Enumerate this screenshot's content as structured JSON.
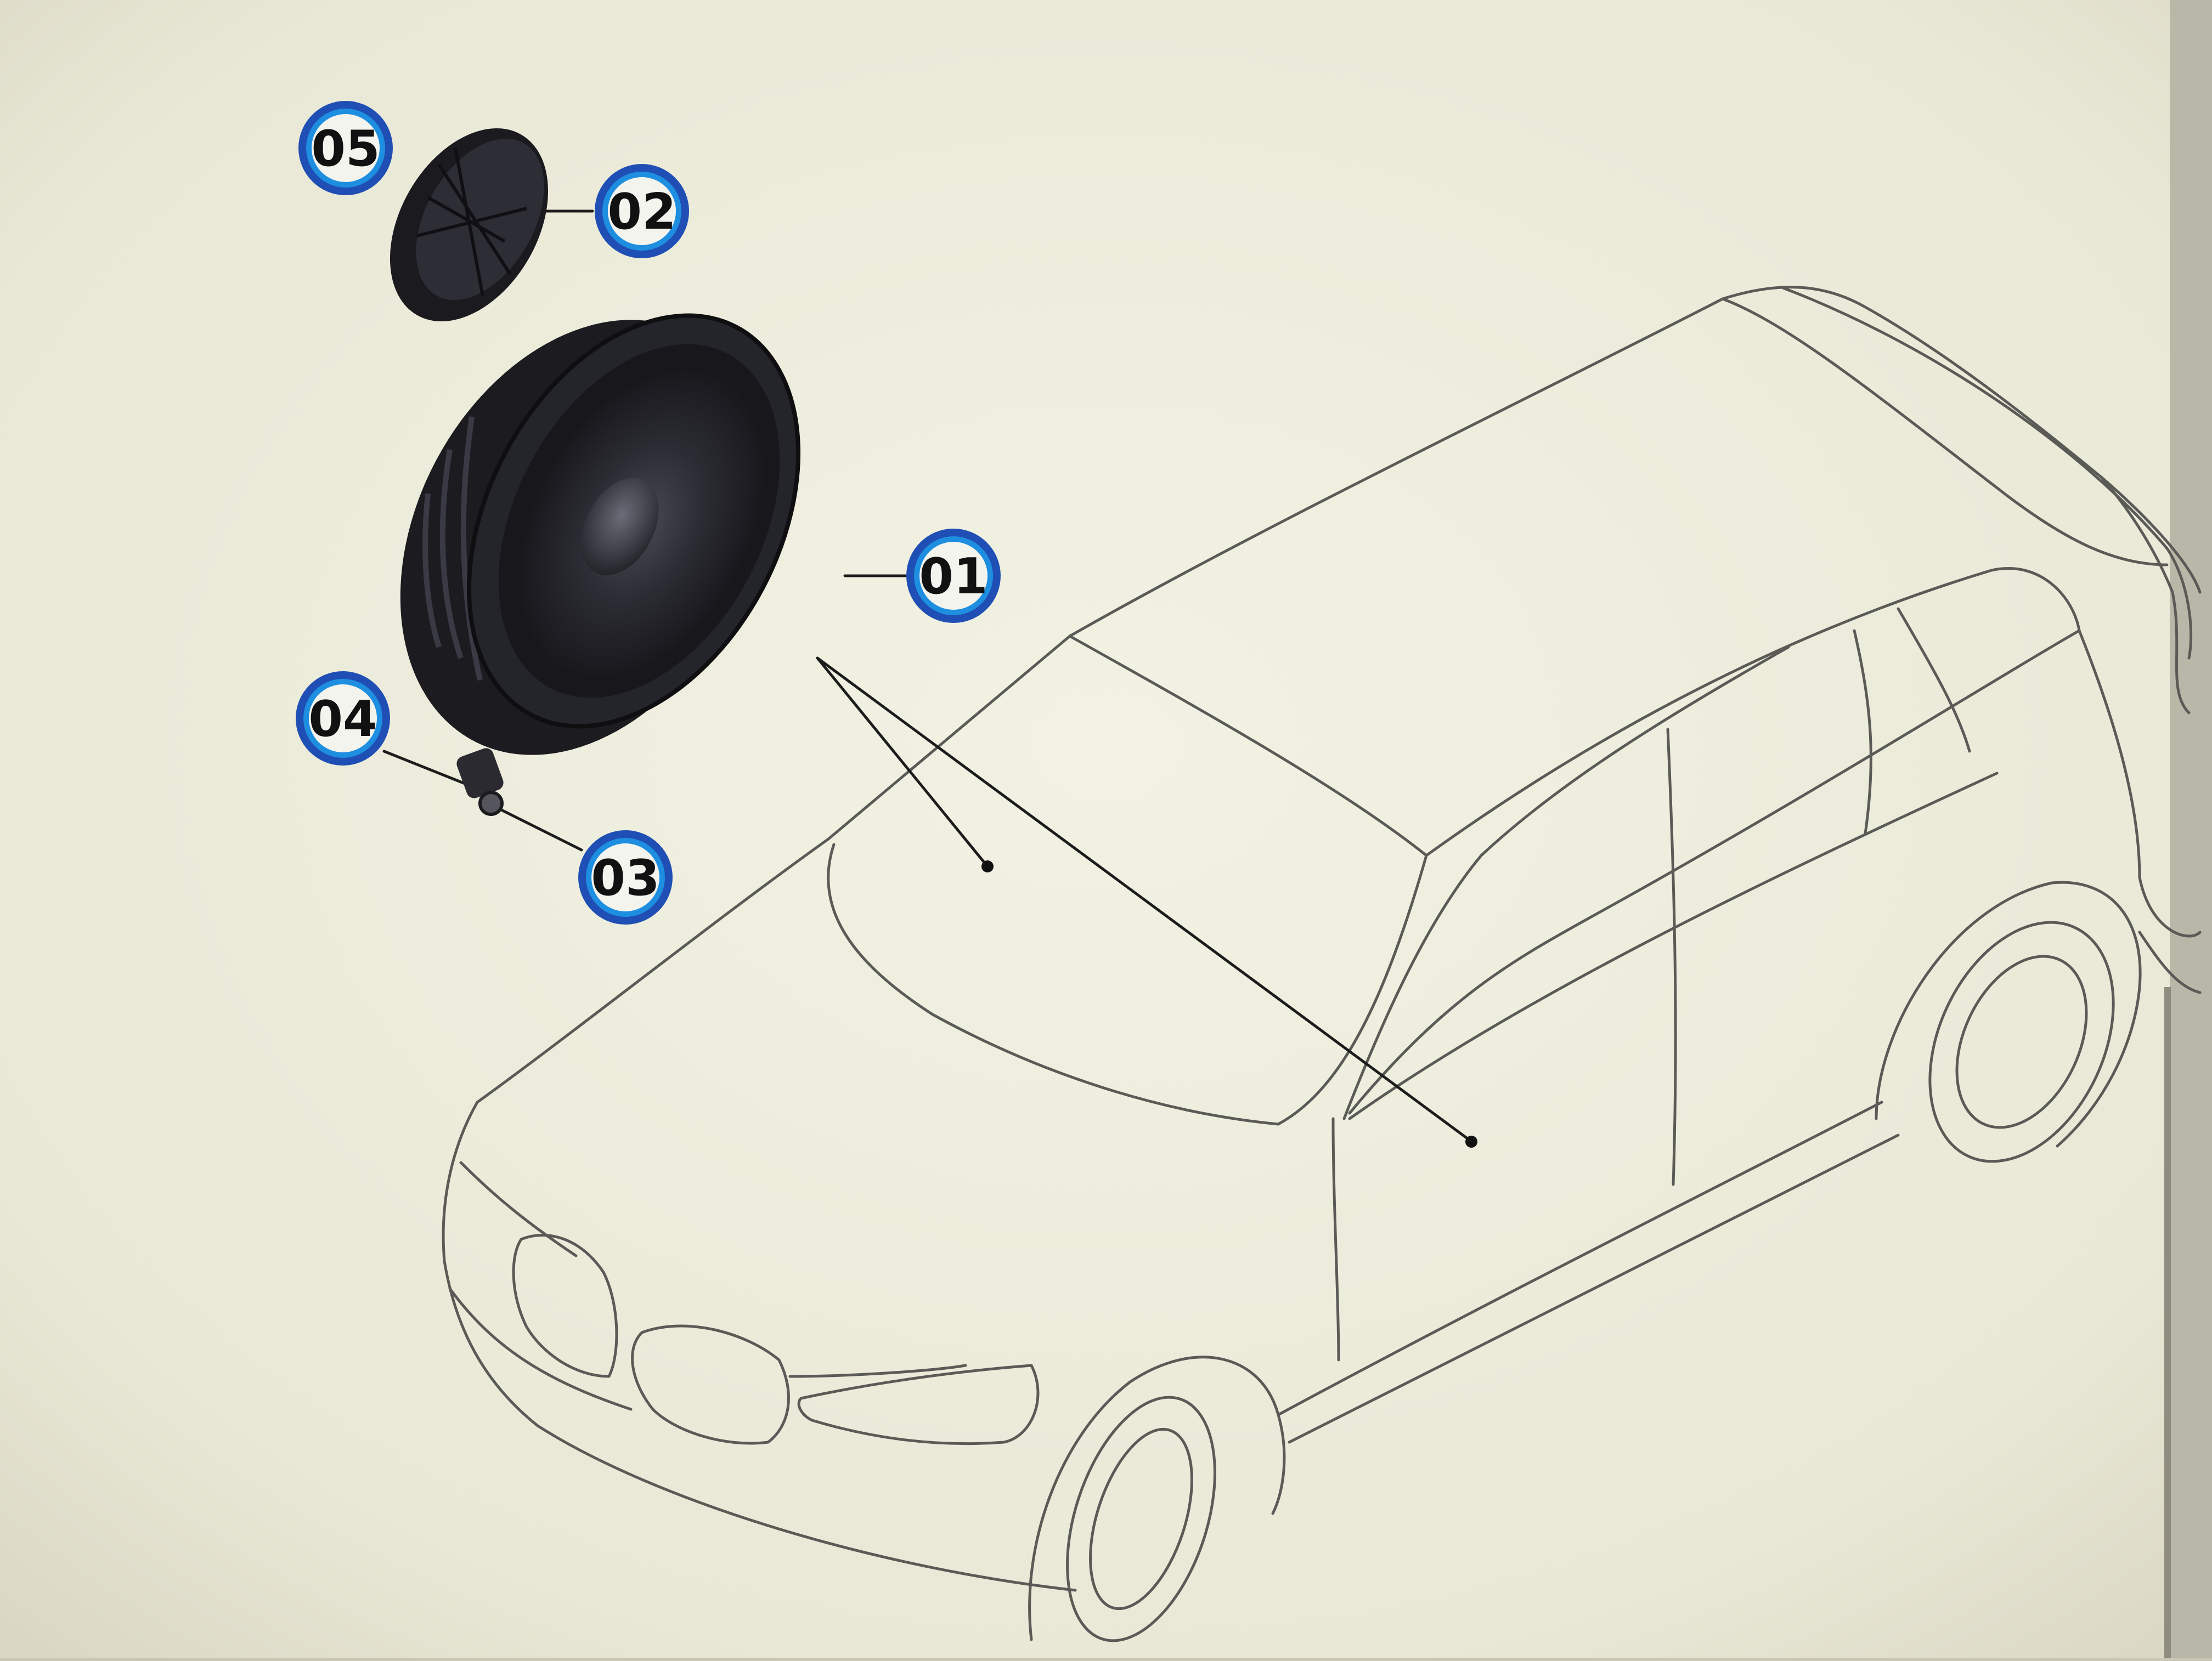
{
  "diagram": {
    "colors": {
      "paper": "#eeeedd",
      "line_art": "#5a5a56",
      "leader": "#1c1c1c",
      "part_dark": "#1a1a1f",
      "part_mid": "#2f2f38",
      "callout_ring": "#1f4fb4",
      "callout_inner": "#1e8fe0"
    },
    "callouts": [
      {
        "id": "01",
        "label": "01",
        "part": "speaker"
      },
      {
        "id": "02",
        "label": "02",
        "part": "tweeter"
      },
      {
        "id": "03",
        "label": "03",
        "part": "speaker-mount-screw"
      },
      {
        "id": "04",
        "label": "04",
        "part": "speaker-clip"
      },
      {
        "id": "05",
        "label": "05",
        "part": "tweeter-cover"
      }
    ]
  }
}
